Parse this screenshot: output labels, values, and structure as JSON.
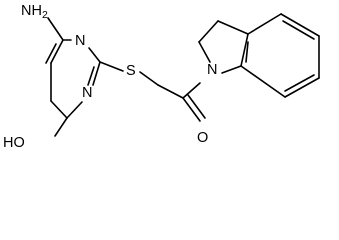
{
  "molecule": {
    "atoms": {
      "amino": "NH2",
      "hydroxy": "HO",
      "ring_n_top": "N",
      "ring_n_bottom": "N",
      "sulfur": "S",
      "indoline_n": "N",
      "oxygen": "O"
    }
  }
}
